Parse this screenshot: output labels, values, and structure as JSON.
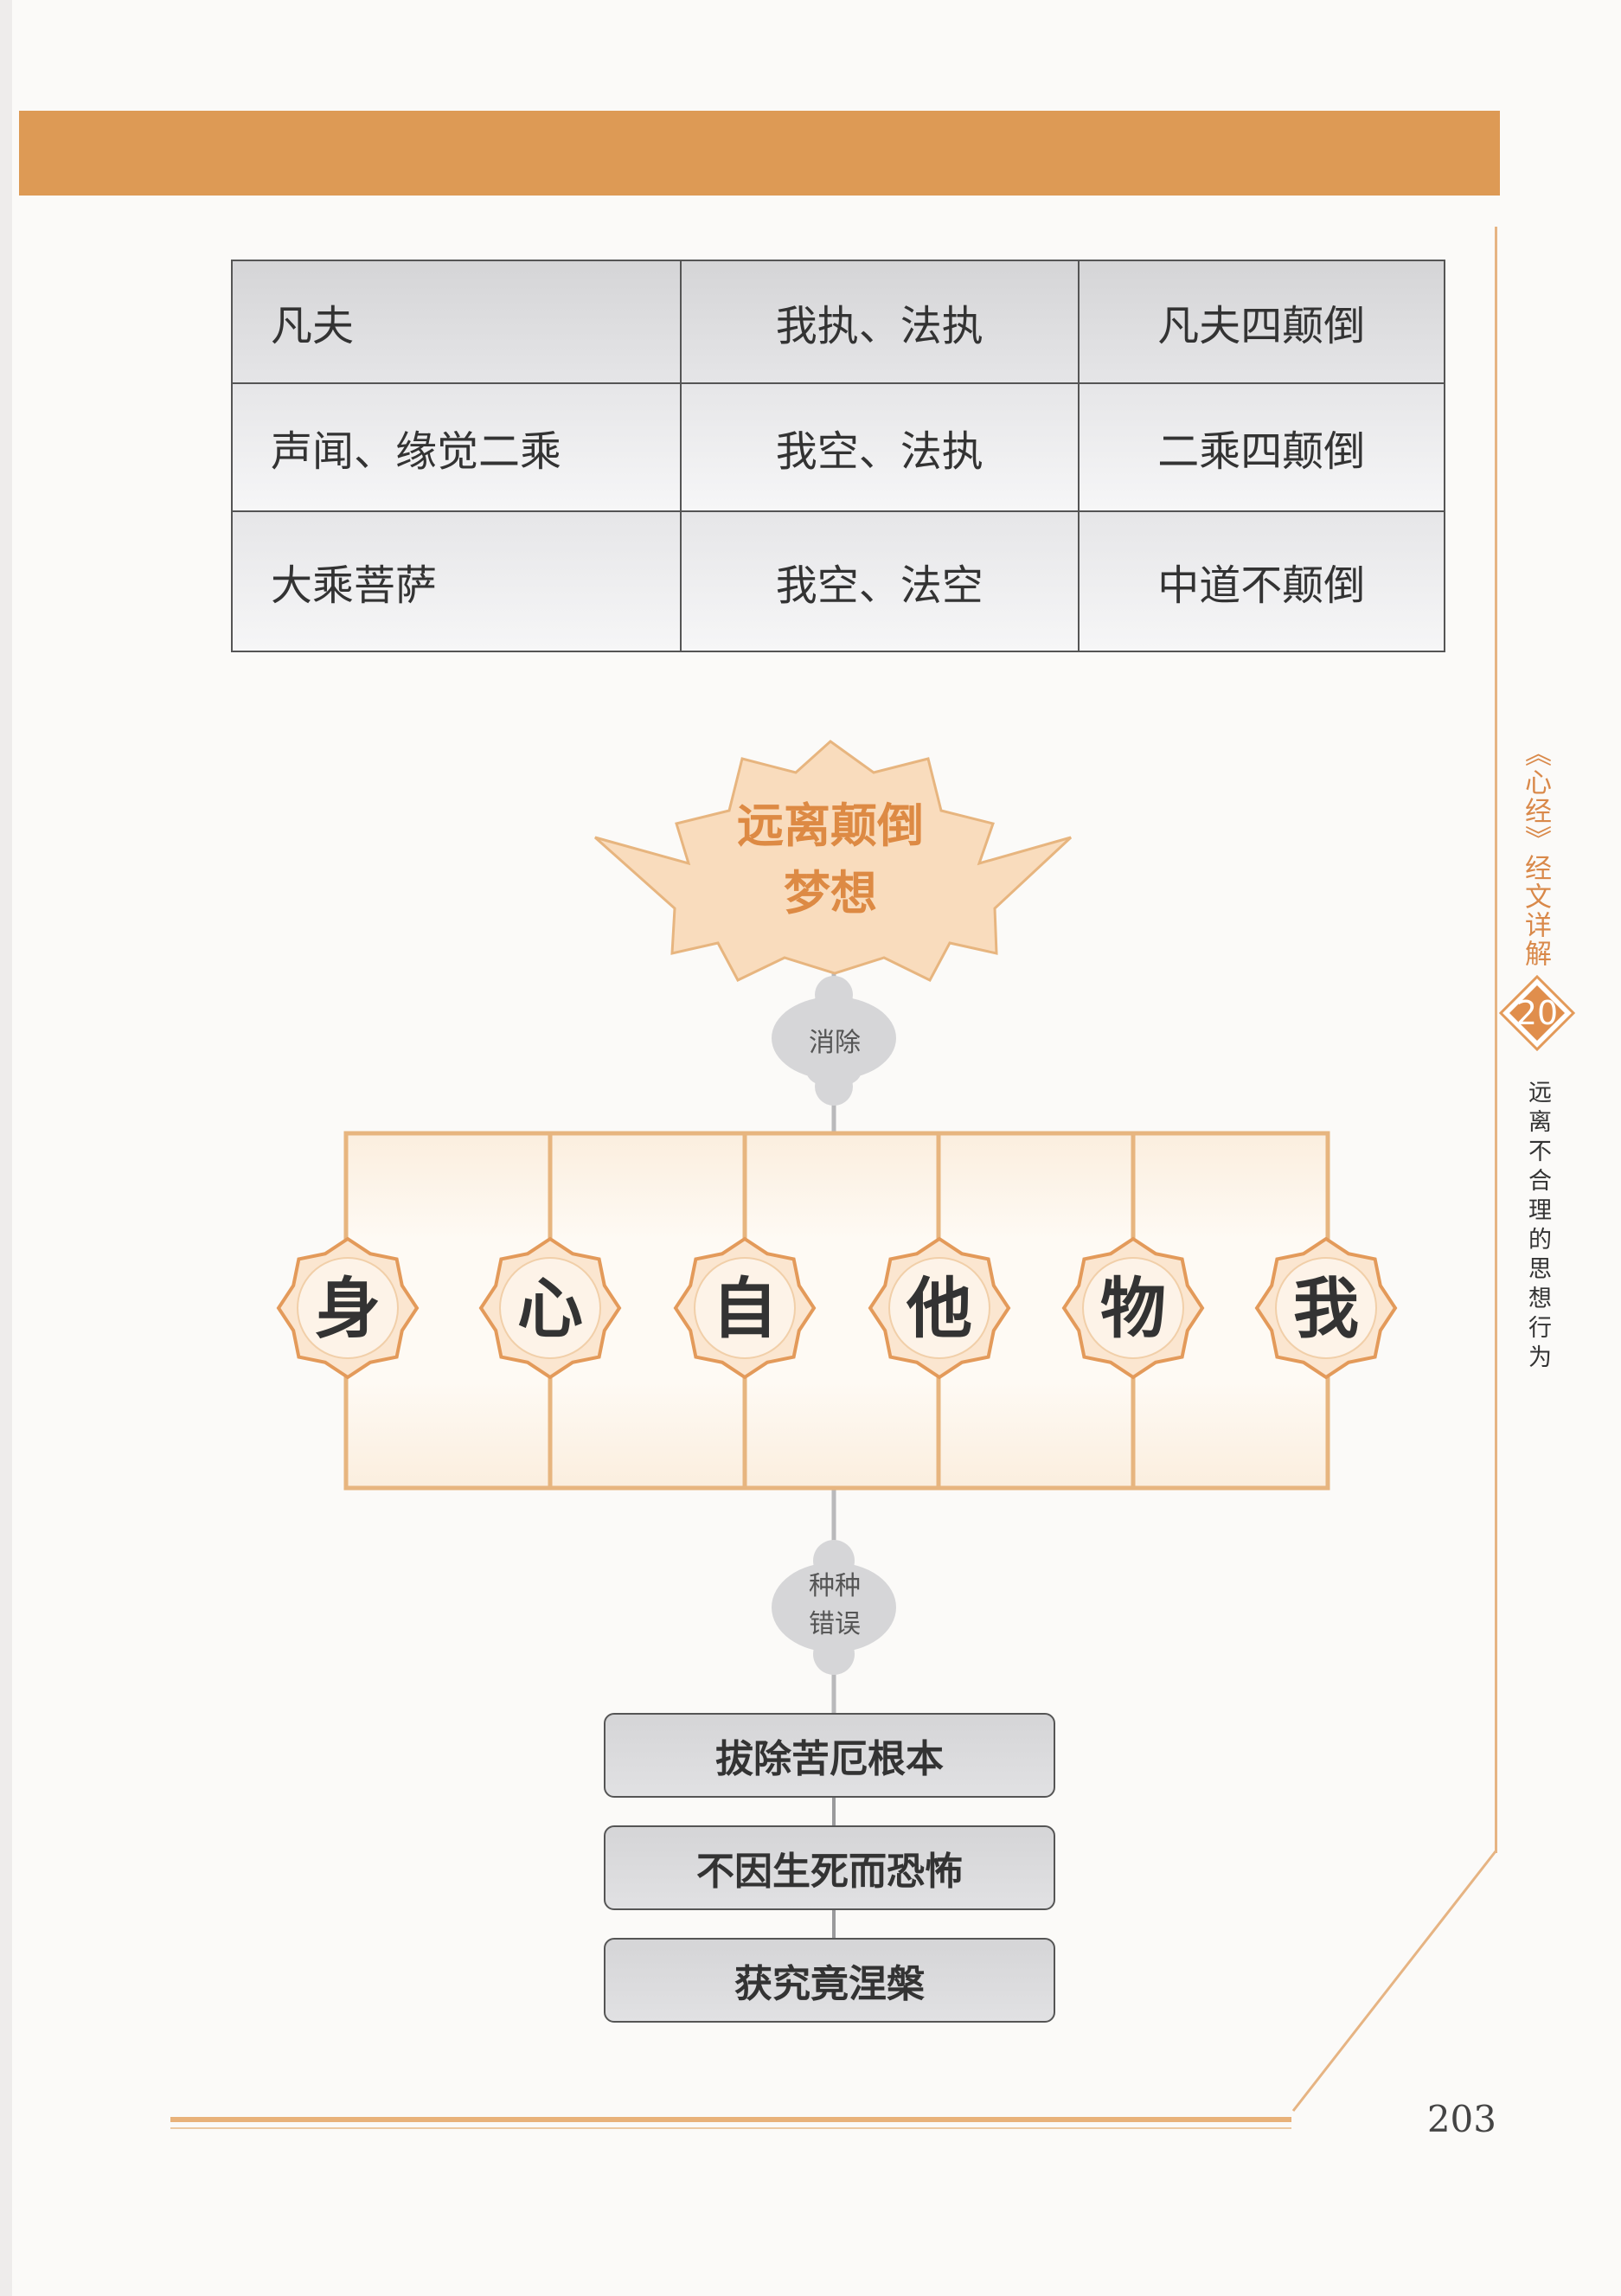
{
  "table": {
    "rows": [
      {
        "who": "凡夫",
        "attachment": "我执、法执",
        "inversion": "凡夫四颠倒"
      },
      {
        "who": "声闻、缘觉二乘",
        "attachment": "我空、法执",
        "inversion": "二乘四颠倒"
      },
      {
        "who": "大乘菩萨",
        "attachment": "我空、法空",
        "inversion": "中道不颠倒"
      }
    ]
  },
  "side": {
    "chapter": "《心经》经文详解",
    "chapter_number": "20",
    "topic": "远离不合理的思想行为"
  },
  "diagram": {
    "title_line1": "远离颠倒",
    "title_line2": "梦想",
    "connector_top": "消除",
    "connector_bottom_line1": "种种",
    "connector_bottom_line2": "错误",
    "items": [
      "身",
      "心",
      "自",
      "他",
      "物",
      "我"
    ],
    "results": [
      "拔除苦厄根本",
      "不因生死而恐怖",
      "获究竟涅槃"
    ]
  },
  "footer": {
    "page_number": "203"
  },
  "colors": {
    "accent_orange": "#dd9a55",
    "burst_fill": "#f9dcbd",
    "frame_stroke": "#e7b57f",
    "gray_box": "#d9d9db"
  }
}
